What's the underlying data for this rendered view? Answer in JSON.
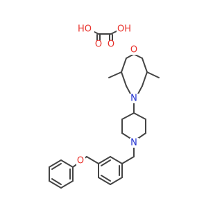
{
  "molecule": {
    "labels": {
      "oxalic_oh_left": "HO",
      "oxalic_oh_right": "OH",
      "oxalic_o_left": "O",
      "oxalic_o_right": "O",
      "morpholine_o": "O",
      "morpholine_n": "N",
      "piperidine_n": "N",
      "ether_o": "O"
    },
    "colors": {
      "bond": "#444444",
      "oxygen": "#e8302a",
      "nitrogen": "#2030d0",
      "background": "#ffffff"
    }
  }
}
